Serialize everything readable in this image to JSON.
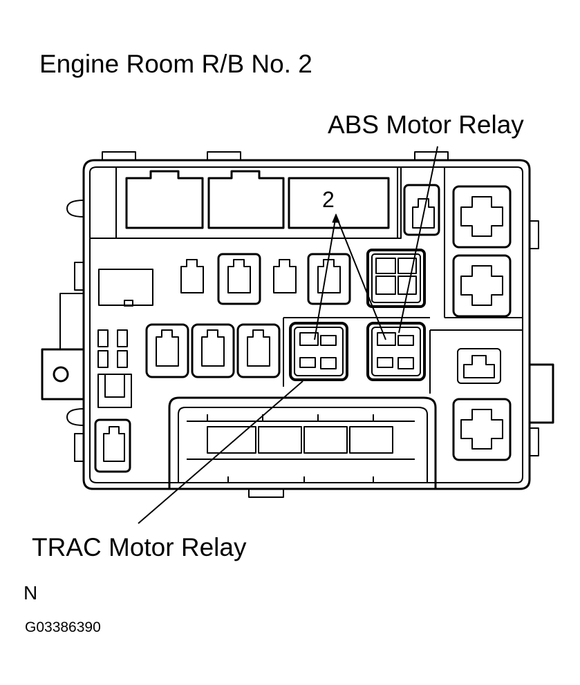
{
  "title": "Engine Room R/B No. 2",
  "callouts": {
    "abs_motor_relay": "ABS Motor Relay",
    "trac_motor_relay": "TRAC Motor Relay",
    "pin_number": "2"
  },
  "orientation_letter": "N",
  "figure_id": "G03386390",
  "colors": {
    "line": "#000000",
    "background": "#ffffff"
  }
}
